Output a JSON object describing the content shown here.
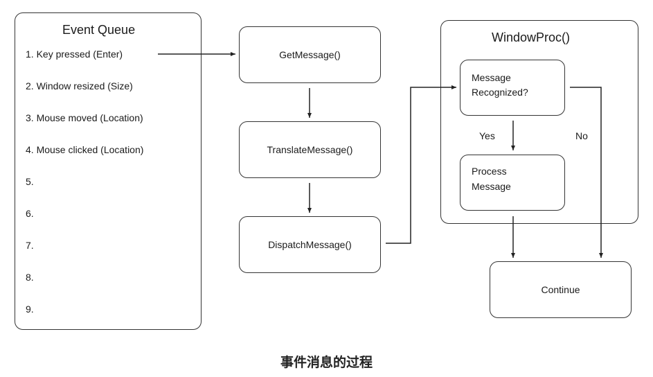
{
  "event_queue": {
    "title": "Event Queue",
    "items": [
      "1. Key pressed (Enter)",
      "2. Window resized (Size)",
      "3. Mouse moved (Location)",
      "4. Mouse clicked (Location)",
      "5.",
      "6.",
      "7.",
      "8.",
      "9."
    ]
  },
  "loop": {
    "get_message": "GetMessage()",
    "translate_message": "TranslateMessage()",
    "dispatch_message": "DispatchMessage()"
  },
  "window_proc": {
    "title": "WindowProc()",
    "decision": "Message\nRecognized?",
    "decision_line1": "Message",
    "decision_line2": "Recognized?",
    "process_line1": "Process",
    "process_line2": "Message",
    "yes_label": "Yes",
    "no_label": "No"
  },
  "continue_label": "Continue",
  "caption": "事件消息的过程"
}
